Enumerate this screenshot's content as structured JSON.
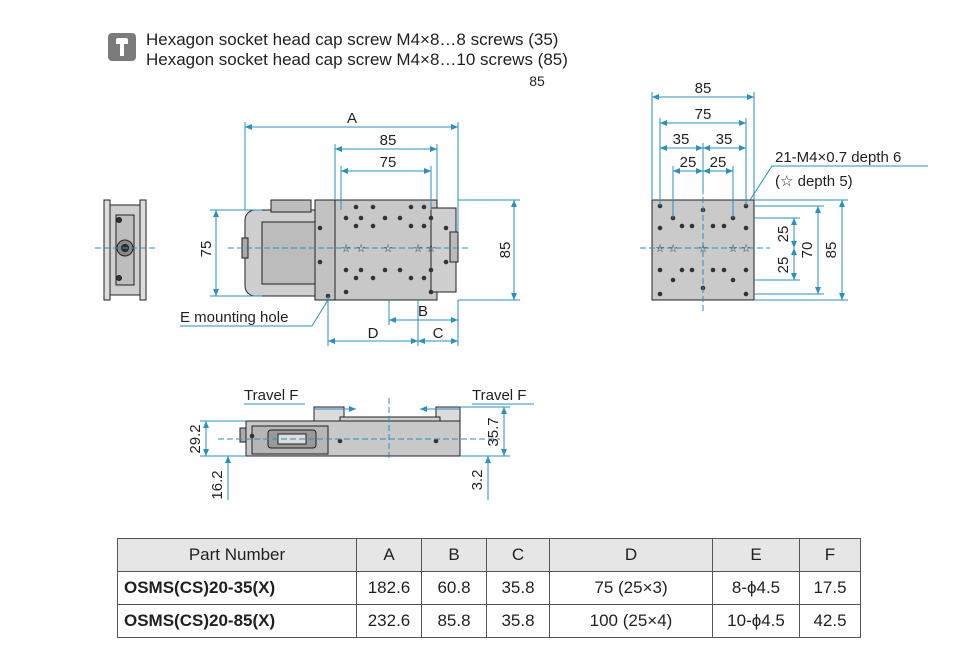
{
  "legend": {
    "line1": "Hexagon socket head cap screw M4×8…8 screws (35)",
    "line2": "Hexagon socket head cap screw M4×8…10 screws (85)"
  },
  "cut_label": "85",
  "top_view": {
    "dim_a": "A",
    "dim_85": "85",
    "dim_75": "75",
    "dim_height_75": "75",
    "dim_height_85": "85",
    "dim_b": "B",
    "dim_c": "C",
    "dim_d": "D",
    "mounting_label": "E mounting hole"
  },
  "side_view": {
    "top_label": "85",
    "dim_75": "75",
    "dim_35a": "35",
    "dim_35b": "35",
    "dim_25a": "25",
    "dim_25b": "25",
    "dim_25c": "25",
    "dim_25d": "25",
    "dim_70": "70",
    "dim_85": "85",
    "tap_note": "21-M4×0.7 depth 6",
    "tap_note2": "(☆ depth 5)"
  },
  "front_view": {
    "travel_left": "Travel F",
    "travel_right": "Travel F",
    "dim_29_2": "29.2",
    "dim_16_2": "16.2",
    "dim_35_7": "35.7",
    "dim_3_2": "3.2"
  },
  "table": {
    "headers": [
      "Part Number",
      "A",
      "B",
      "C",
      "D",
      "E",
      "F"
    ],
    "rows": [
      [
        "OSMS(CS)20-35(X)",
        "182.6",
        "60.8",
        "35.8",
        "75 (25×3)",
        "8-ϕ4.5",
        "17.5"
      ],
      [
        "OSMS(CS)20-85(X)",
        "232.6",
        "85.8",
        "35.8",
        "100 (25×4)",
        "10-ϕ4.5",
        "42.5"
      ]
    ]
  }
}
